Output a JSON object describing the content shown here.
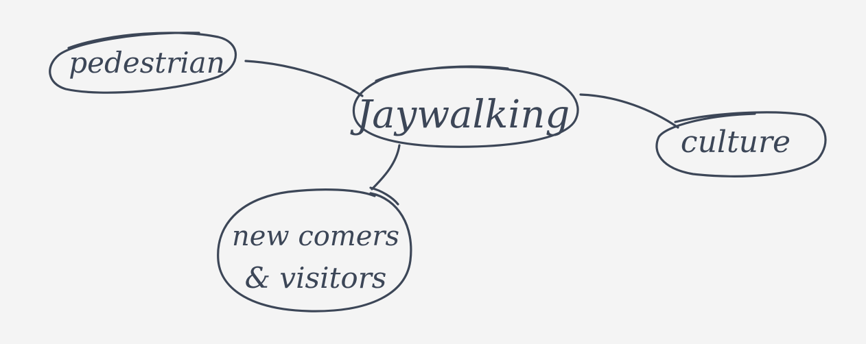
{
  "colors": {
    "background": "#f4f4f4",
    "ink": "#3c4657"
  },
  "nodes": {
    "center": {
      "label": "Jaywalking"
    },
    "pedestrian": {
      "label": "pedestrian"
    },
    "culture": {
      "label": "culture"
    },
    "newcomers": {
      "line1": "new comers",
      "line2": "& visitors"
    }
  }
}
